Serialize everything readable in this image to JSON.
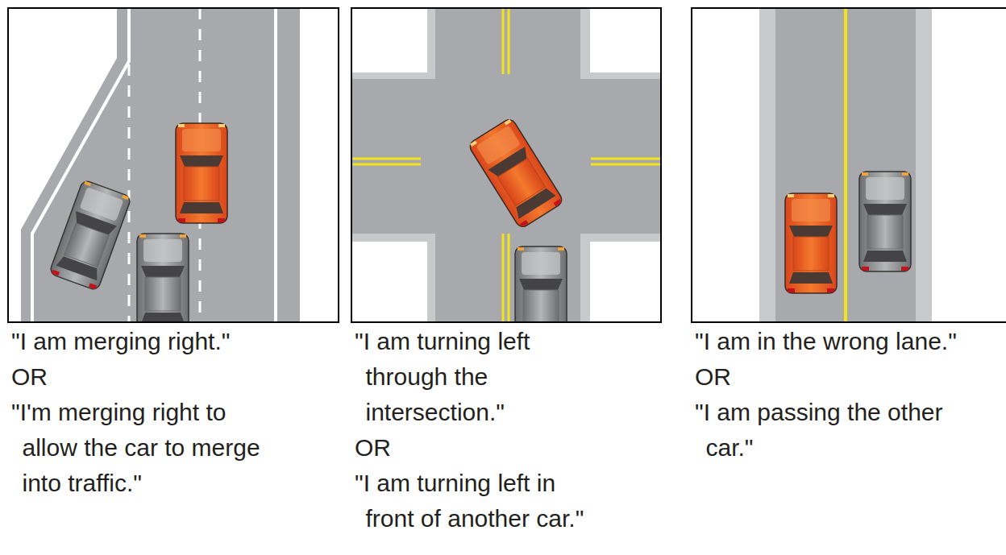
{
  "diagram": {
    "labels": [
      "\"I am merging right.\"",
      "OR",
      "\"I'm merging right to allow the car to merge into traffic.\"",
      "\"I am turning left through the intersection.\"",
      "OR",
      "\"I am turning left in front of another car.\"",
      "\"I am in the wrong lane.\"",
      "OR",
      "\"I am passing the other car.\""
    ]
  }
}
